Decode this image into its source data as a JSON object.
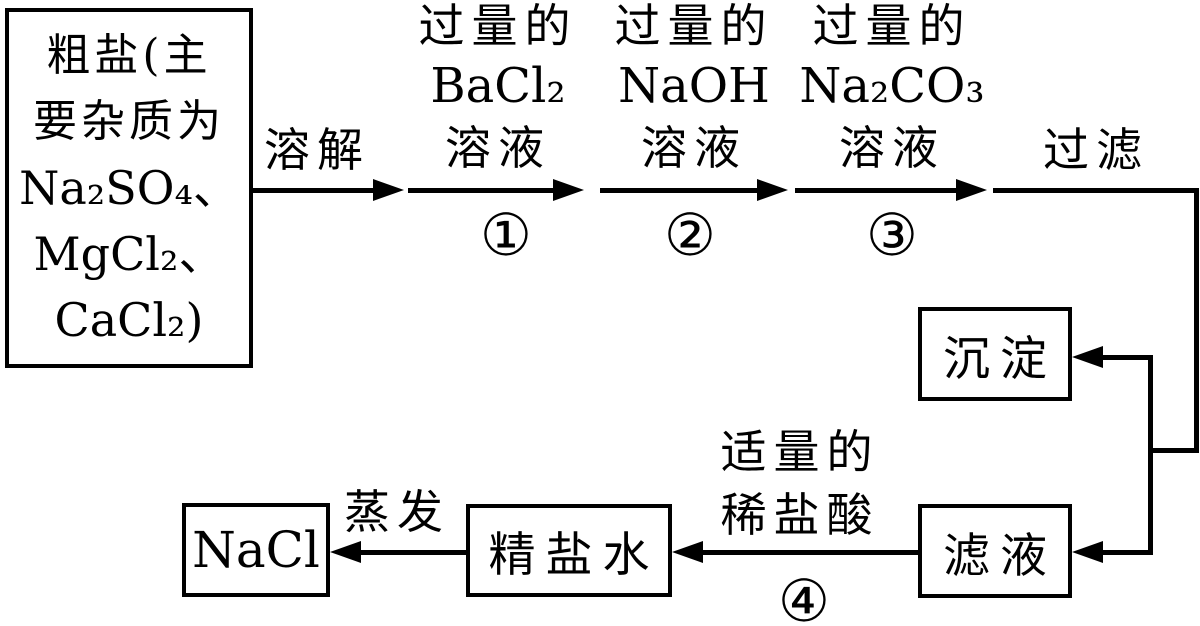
{
  "diagram_type": "flowchart",
  "topic": "crude-salt-purification-process",
  "colors": {
    "line": "#000000",
    "background": "#ffffff",
    "text": "#000000"
  },
  "boxes": {
    "source": {
      "line1": "粗盐(主",
      "line2": "要杂质为",
      "line3": "Na₂SO₄、",
      "line4": "MgCl₂、",
      "line5": "CaCl₂)"
    },
    "precipitate": {
      "label": "沉淀"
    },
    "filtrate": {
      "label": "滤液"
    },
    "refined_brine": {
      "label": "精盐水"
    },
    "product": {
      "label": "NaCl"
    }
  },
  "arrows": {
    "dissolve": {
      "label": "溶解"
    },
    "step1": {
      "line1": "过量的",
      "line2": "BaCl₂",
      "line3": "溶液",
      "number": "①"
    },
    "step2": {
      "line1": "过量的",
      "line2": "NaOH",
      "line3": "溶液",
      "number": "②"
    },
    "step3": {
      "line1": "过量的",
      "line2": "Na₂CO₃",
      "line3": "溶液",
      "number": "③"
    },
    "filter": {
      "label": "过滤"
    },
    "step4": {
      "line1": "适量的",
      "line2": "稀盐酸",
      "number": "④"
    },
    "evaporate": {
      "label": "蒸发"
    }
  }
}
